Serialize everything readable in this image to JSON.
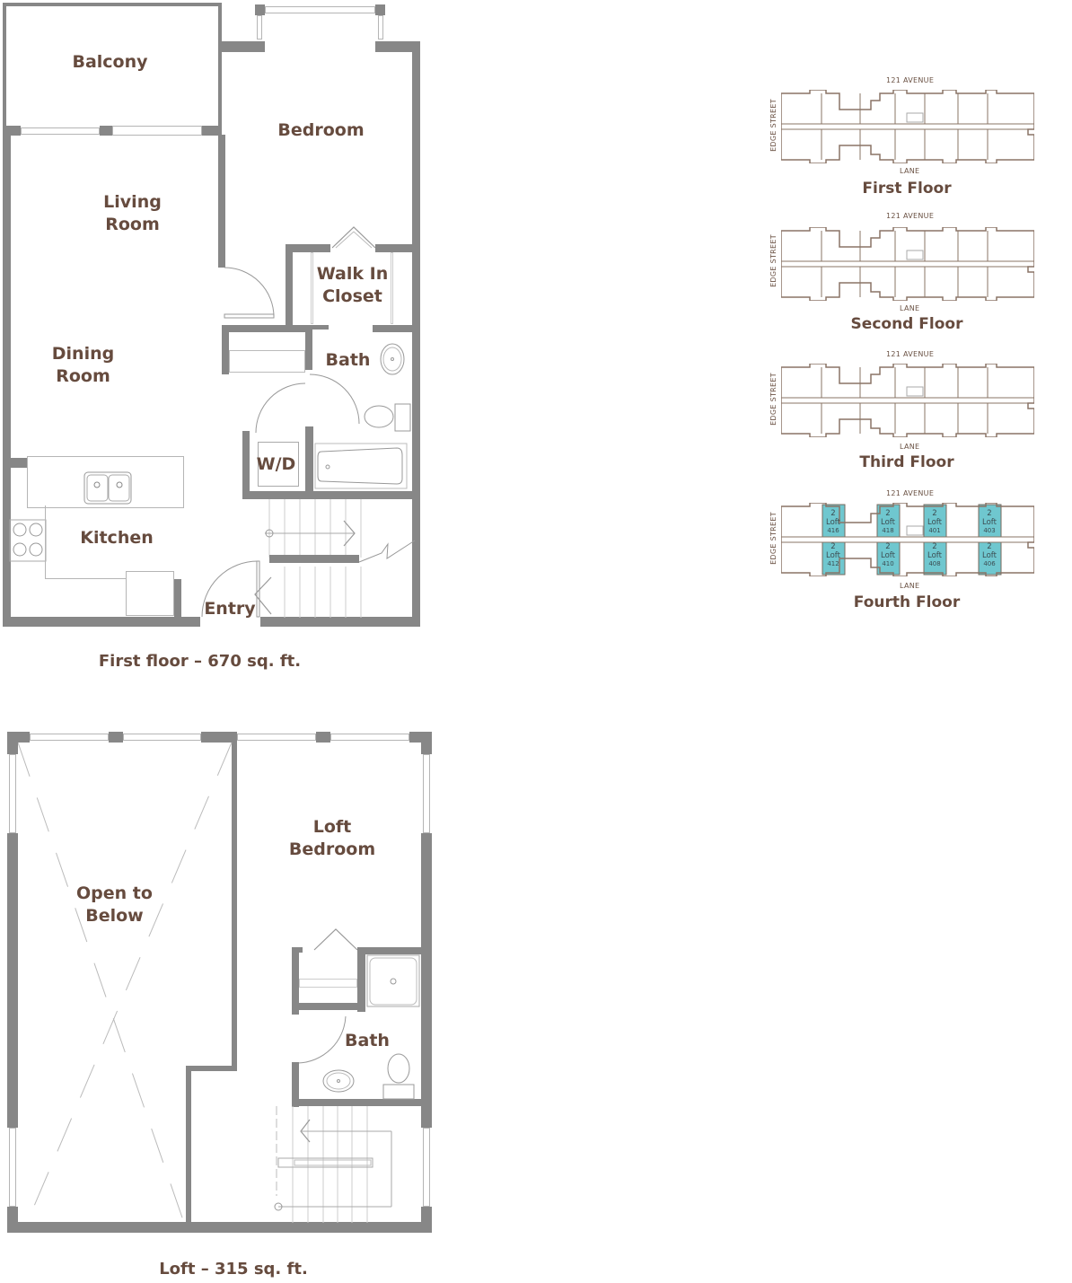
{
  "colors": {
    "wall": "#878787",
    "text": "#664b3e",
    "keyplan_outline": "#8a7466",
    "highlight_unit": "#6fc7cf"
  },
  "first_floor": {
    "rooms": {
      "balcony": "Balcony",
      "bedroom": "Bedroom",
      "living_room": "Living\nRoom",
      "walk_in_closet": "Walk In\nCloset",
      "dining_room": "Dining\nRoom",
      "bath": "Bath",
      "wd": "W/D",
      "kitchen": "Kitchen",
      "entry": "Entry"
    },
    "caption": "First floor – 670 sq. ft."
  },
  "loft": {
    "rooms": {
      "open_to_below": "Open to\nBelow",
      "loft_bedroom": "Loft\nBedroom",
      "bath": "Bath"
    },
    "caption": "Loft – 315 sq. ft."
  },
  "key_plans": [
    {
      "title": "First Floor",
      "top_street": "121 AVENUE",
      "side_street": "EDGE STREET",
      "bottom_street": "LANE"
    },
    {
      "title": "Second Floor",
      "top_street": "121 AVENUE",
      "side_street": "EDGE STREET",
      "bottom_street": "LANE"
    },
    {
      "title": "Third Floor",
      "top_street": "121 AVENUE",
      "side_street": "EDGE STREET",
      "bottom_street": "LANE"
    },
    {
      "title": "Fourth Floor",
      "top_street": "121 AVENUE",
      "side_street": "EDGE STREET",
      "bottom_street": "LANE",
      "highlighted_units": [
        {
          "type": "2",
          "label": "Loft",
          "number": "416"
        },
        {
          "type": "2",
          "label": "Loft",
          "number": "418"
        },
        {
          "type": "2",
          "label": "Loft",
          "number": "401"
        },
        {
          "type": "2",
          "label": "Loft",
          "number": "403"
        },
        {
          "type": "2",
          "label": "Loft",
          "number": "412"
        },
        {
          "type": "2",
          "label": "Loft",
          "number": "410"
        },
        {
          "type": "2",
          "label": "Loft",
          "number": "408"
        },
        {
          "type": "2",
          "label": "Loft",
          "number": "406"
        }
      ]
    }
  ]
}
